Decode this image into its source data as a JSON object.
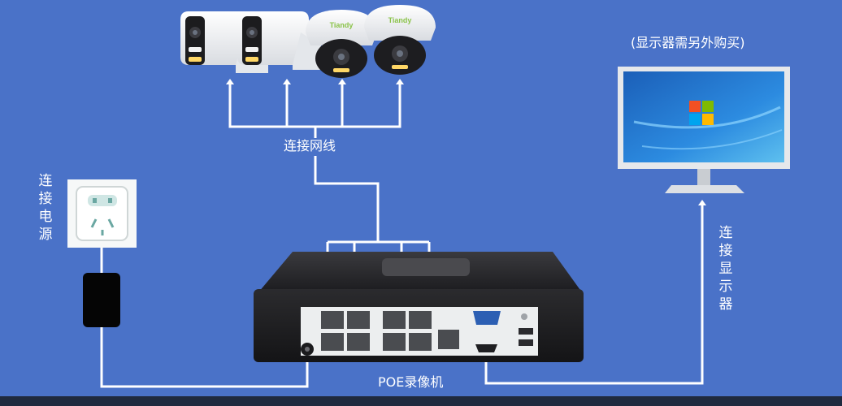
{
  "labels": {
    "cable_label": "连接网线",
    "power_label": "连接电源",
    "display_label": "连接显示器",
    "nvr_label": "POE录像机",
    "monitor_note": "(显示器需另外购买)",
    "camera_brand": "Tiandy"
  },
  "cameras": [
    {
      "type": "bullet"
    },
    {
      "type": "bullet"
    },
    {
      "type": "dome",
      "brand": "Tiandy"
    },
    {
      "type": "dome",
      "brand": "Tiandy"
    }
  ],
  "colors": {
    "background": "#4a72c8",
    "wire": "#ffffff",
    "brand_green": "#8bc34a"
  }
}
